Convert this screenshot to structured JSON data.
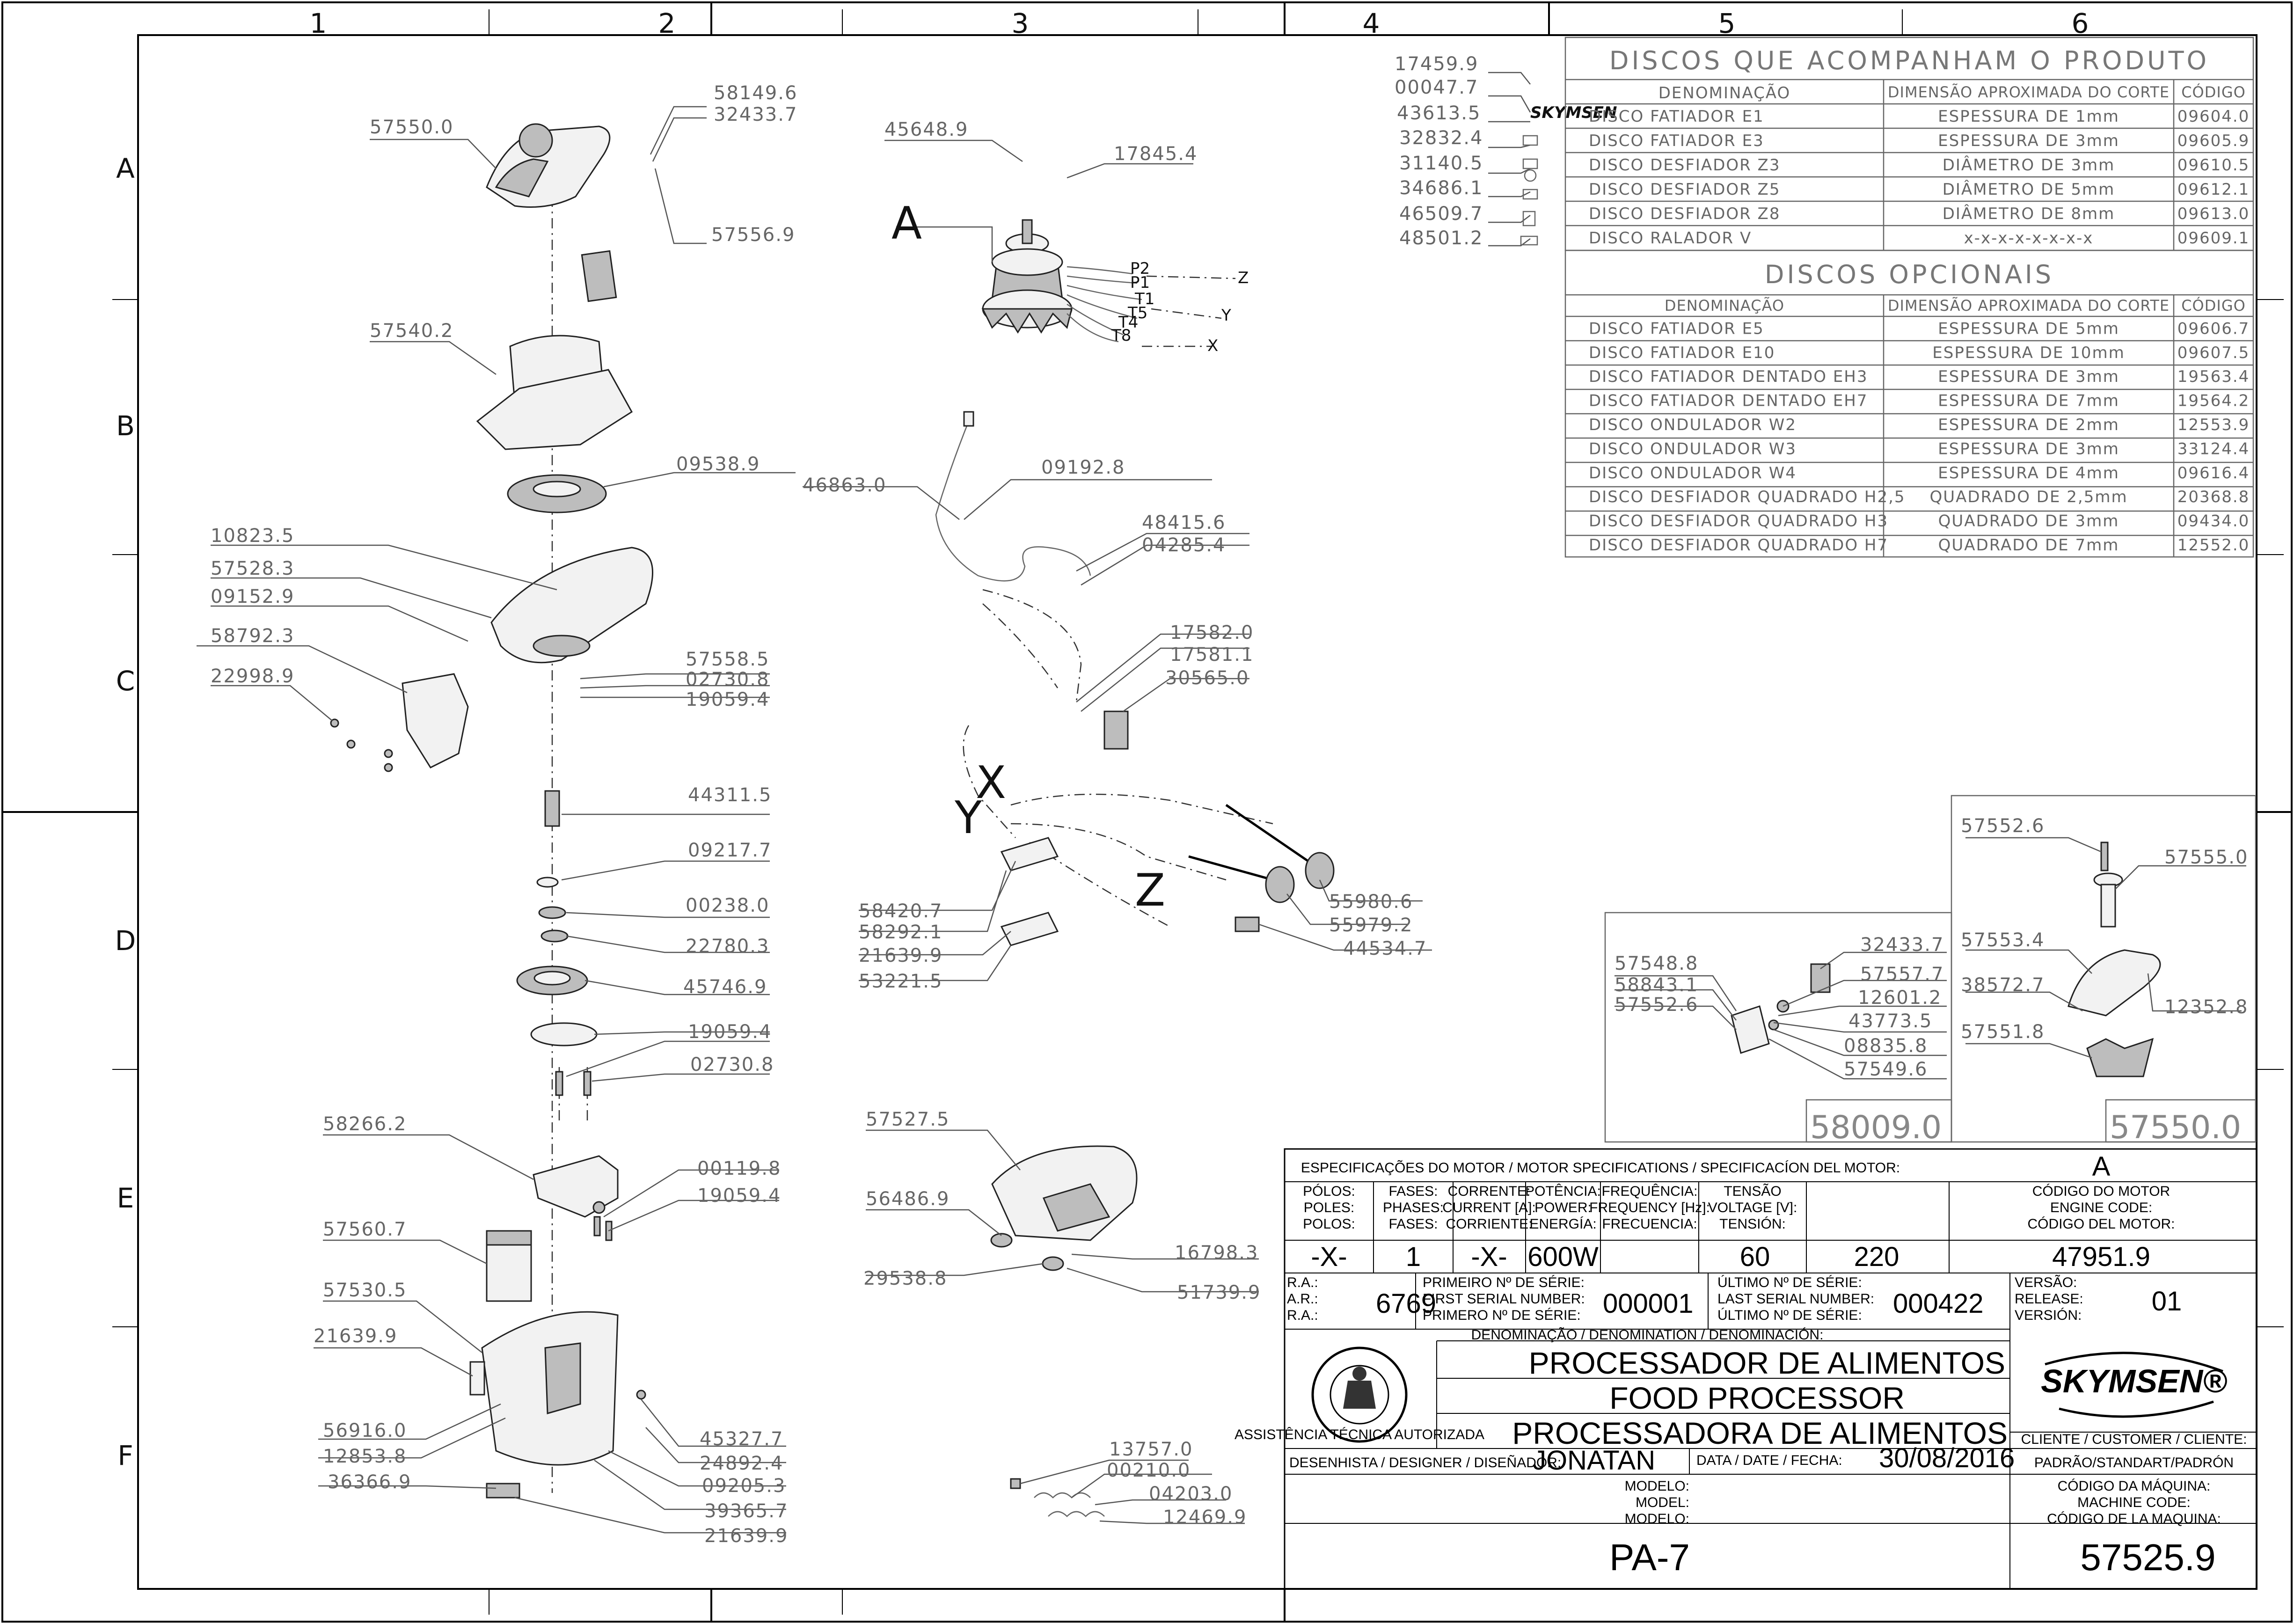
{
  "frame": {
    "columns": [
      "1",
      "2",
      "3",
      "4",
      "5",
      "6"
    ],
    "rows": [
      "A",
      "B",
      "C",
      "D",
      "E",
      "F"
    ]
  },
  "part_labels": [
    "57550.0",
    "58149.6",
    "32433.7",
    "57556.9",
    "57540.2",
    "09538.9",
    "10823.5",
    "57528.3",
    "09152.9",
    "58792.3",
    "22998.9",
    "57558.5",
    "02730.8",
    "19059.4",
    "44311.5",
    "09217.7",
    "00238.0",
    "22780.3",
    "45746.9",
    "19059.4",
    "02730.8",
    "58266.2",
    "00119.8",
    "19059.4",
    "57560.7",
    "57530.5",
    "21639.9",
    "56916.0",
    "12853.8",
    "36366.9",
    "45327.7",
    "24892.4",
    "09205.3",
    "39365.7",
    "21639.9",
    "45648.9",
    "17845.4",
    "46863.0",
    "09192.8",
    "48415.6",
    "04285.4",
    "17582.0",
    "17581.1",
    "30565.0",
    "58420.7",
    "58292.1",
    "21639.9",
    "53221.5",
    "55980.6",
    "55979.2",
    "44534.7",
    "57527.5",
    "56486.9",
    "29538.8",
    "16798.3",
    "51739.9",
    "13757.0",
    "00210.0",
    "04203.0",
    "12469.9",
    "17459.9",
    "00047.7",
    "43613.5",
    "32832.4",
    "31140.5",
    "34686.1",
    "46509.7",
    "48501.2",
    "57548.8",
    "58843.1",
    "57552.6",
    "32433.7",
    "57557.7",
    "12601.2",
    "43773.5",
    "08835.8",
    "57549.6",
    "57552.6",
    "57555.0",
    "57553.4",
    "38572.7",
    "12352.8",
    "57551.8"
  ],
  "callouts": {
    "motor": "A",
    "wire_x": "X",
    "wire_y": "Y",
    "wire_z": "Z"
  },
  "motor_wires": [
    "P2",
    "P1",
    "T1",
    "T5",
    "T4",
    "T8"
  ],
  "wire_ends": [
    "Z",
    "Y",
    "X"
  ],
  "logo_mini": "SKYMSEN",
  "subassemblies": {
    "left": "58009.0",
    "right": "57550.0"
  },
  "discs_included": {
    "title": "DISCOS QUE ACOMPANHAM O PRODUTO",
    "headers": [
      "DENOMINAÇÃO",
      "DIMENSÃO APROXIMADA DO CORTE",
      "CÓDIGO"
    ],
    "rows": [
      [
        "DISCO FATIADOR E1",
        "ESPESSURA DE 1mm",
        "09604.0"
      ],
      [
        "DISCO FATIADOR E3",
        "ESPESSURA DE 3mm",
        "09605.9"
      ],
      [
        "DISCO DESFIADOR Z3",
        "DIÂMETRO DE 3mm",
        "09610.5"
      ],
      [
        "DISCO DESFIADOR Z5",
        "DIÂMETRO DE 5mm",
        "09612.1"
      ],
      [
        "DISCO DESFIADOR Z8",
        "DIÂMETRO DE 8mm",
        "09613.0"
      ],
      [
        "DISCO RALADOR V",
        "x-x-x-x-x-x-x-x",
        "09609.1"
      ]
    ]
  },
  "discs_optional": {
    "title": "DISCOS OPCIONAIS",
    "headers": [
      "DENOMINAÇÃO",
      "DIMENSÃO APROXIMADA DO CORTE",
      "CÓDIGO"
    ],
    "rows": [
      [
        "DISCO FATIADOR E5",
        "ESPESSURA DE 5mm",
        "09606.7"
      ],
      [
        "DISCO FATIADOR E10",
        "ESPESSURA DE 10mm",
        "09607.5"
      ],
      [
        "DISCO FATIADOR DENTADO EH3",
        "ESPESSURA DE 3mm",
        "19563.4"
      ],
      [
        "DISCO FATIADOR DENTADO EH7",
        "ESPESSURA DE 7mm",
        "19564.2"
      ],
      [
        "DISCO ONDULADOR W2",
        "ESPESSURA DE 2mm",
        "12553.9"
      ],
      [
        "DISCO ONDULADOR W3",
        "ESPESSURA DE 3mm",
        "33124.4"
      ],
      [
        "DISCO ONDULADOR W4",
        "ESPESSURA DE 4mm",
        "09616.4"
      ],
      [
        "DISCO DESFIADOR QUADRADO H2,5",
        "QUADRADO DE 2,5mm",
        "20368.8"
      ],
      [
        "DISCO DESFIADOR QUADRADO H3",
        "QUADRADO DE 3mm",
        "09434.0"
      ],
      [
        "DISCO DESFIADOR QUADRADO H7",
        "QUADRADO DE 7mm",
        "12552.0"
      ]
    ]
  },
  "title_block": {
    "spec_title": "ESPECIFICAÇÕES DO MOTOR / MOTOR SPECIFICATIONS / SPECIFICACÍON DEL MOTOR:",
    "spec_motor": "A",
    "spec_cols": [
      {
        "h1": "PÓLOS:",
        "h2": "POLES:",
        "h3": "POLOS:",
        "value": "-X-"
      },
      {
        "h1": "FASES:",
        "h2": "PHASES:",
        "h3": "FASES:",
        "value": "1"
      },
      {
        "h1": "CORRENTE:",
        "h2": "CURRENT [A]:",
        "h3": "CORRIENTE:",
        "value": "-X-"
      },
      {
        "h1": "POTÊNCIA:",
        "h2": "POWER:",
        "h3": "ENERGÍA:",
        "value": "600W"
      },
      {
        "h1": "FREQUÊNCIA:",
        "h2": "FREQUENCY [Hz]:",
        "h3": "FRECUENCIA:",
        "value": "60"
      },
      {
        "h1": "TENSÃO",
        "h2": "VOLTAGE [V]:",
        "h3": "TENSIÓN:",
        "value": "220"
      },
      {
        "h1": "CÓDIGO DO MOTOR",
        "h2": "ENGINE CODE:",
        "h3": "CÓDIGO DEL MOTOR:",
        "value": "47951.9"
      }
    ],
    "ra_labels": [
      "R.A.:",
      "A.R.:",
      "R.A.:"
    ],
    "ra_value": "6769",
    "first_serial_labels": [
      "PRIMEIRO Nº DE SÉRIE:",
      "FIRST SERIAL NUMBER:",
      "PRIMERO Nº DE SÉRIE:"
    ],
    "first_serial": "000001",
    "last_serial_labels": [
      "ÚLTIMO Nº DE SÉRIE:",
      "LAST SERIAL NUMBER:",
      "ÚLTIMO Nº DE SÉRIE:"
    ],
    "last_serial": "000422",
    "version_labels": [
      "VERSÃO:",
      "RELEASE:",
      "VERSIÓN:"
    ],
    "version": "01",
    "denomination_label": "DENOMINAÇÃO / DENOMINATION / DENOMINACIÓN:",
    "names": [
      "PROCESSADOR DE ALIMENTOS",
      "FOOD PROCESSOR",
      "PROCESSADORA DE ALIMENTOS"
    ],
    "brand": "SKYMSEN®",
    "seal_text": "ASSISTÊNCIA TÉCNICA AUTORIZADA",
    "client_label": "CLIENTE / CUSTOMER / CLIENTE:",
    "client": "PADRÃO/STANDART/PADRÓN",
    "designer_label": "DESENHISTA / DESIGNER / DISEÑADOR:",
    "designer": "JONATAN",
    "date_label": "DATA / DATE / FECHA:",
    "date": "30/08/2016",
    "model_labels": [
      "MODELO:",
      "MODEL:",
      "MODELO:"
    ],
    "model": "PA-7",
    "machine_code_labels": [
      "CÓDIGO DA MÁQUINA:",
      "MACHINE CODE:",
      "CÓDIGO DE LA MAQUINA:"
    ],
    "machine_code": "57525.9"
  }
}
